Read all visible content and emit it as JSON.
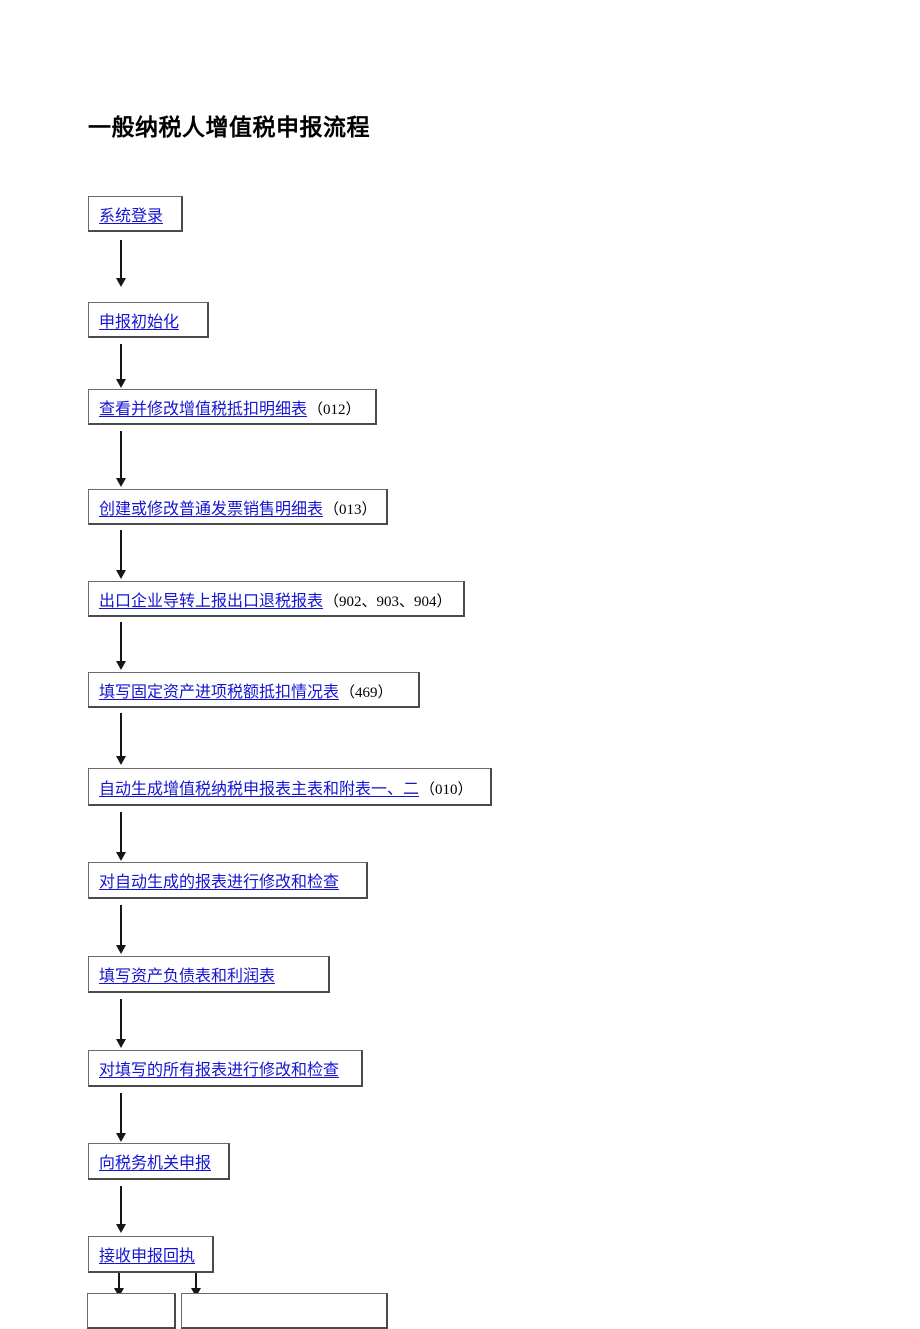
{
  "document": {
    "title": "一般纳税人增值税申报流程",
    "link_color": "#1414d2",
    "text_color": "#000000",
    "border_color": "#4a4a4a",
    "background": "#ffffff"
  },
  "flowchart": {
    "type": "vertical-flow-diagram",
    "nodes": [
      {
        "id": "login",
        "label": "系统登录",
        "code": ""
      },
      {
        "id": "init",
        "label": "申报初始化",
        "code": ""
      },
      {
        "id": "deduct-detail",
        "label": "查看并修改增值税抵扣明细表",
        "code": "（012）"
      },
      {
        "id": "invoice-sales",
        "label": "创建或修改普通发票销售明细表",
        "code": "（013）"
      },
      {
        "id": "export-refund",
        "label": "出口企业导转上报出口退税报表",
        "code": "（902、903、904）"
      },
      {
        "id": "fixed-assets",
        "label": "填写固定资产进项税额抵扣情况表",
        "code": "（469）"
      },
      {
        "id": "auto-generate",
        "label": "自动生成增值税纳税申报表主表和附表一、二",
        "code": "（010）"
      },
      {
        "id": "modify-auto",
        "label": "对自动生成的报表进行修改和检查",
        "code": ""
      },
      {
        "id": "balance-sheet",
        "label": "填写资产负债表和利润表",
        "code": ""
      },
      {
        "id": "modify-all",
        "label": "对填写的所有报表进行修改和检查",
        "code": ""
      },
      {
        "id": "submit-tax",
        "label": "向税务机关申报",
        "code": ""
      },
      {
        "id": "receipt",
        "label": "接收申报回执",
        "code": ""
      },
      {
        "id": "branch-left",
        "label": "",
        "code": ""
      },
      {
        "id": "branch-right",
        "label": "",
        "code": ""
      }
    ],
    "edges": [
      {
        "from": "login",
        "to": "init"
      },
      {
        "from": "init",
        "to": "deduct-detail"
      },
      {
        "from": "deduct-detail",
        "to": "invoice-sales"
      },
      {
        "from": "invoice-sales",
        "to": "export-refund"
      },
      {
        "from": "export-refund",
        "to": "fixed-assets"
      },
      {
        "from": "fixed-assets",
        "to": "auto-generate"
      },
      {
        "from": "auto-generate",
        "to": "modify-auto"
      },
      {
        "from": "modify-auto",
        "to": "balance-sheet"
      },
      {
        "from": "balance-sheet",
        "to": "modify-all"
      },
      {
        "from": "modify-all",
        "to": "submit-tax"
      },
      {
        "from": "submit-tax",
        "to": "receipt"
      },
      {
        "from": "receipt",
        "to": "branch-left"
      },
      {
        "from": "receipt",
        "to": "branch-right"
      }
    ]
  }
}
